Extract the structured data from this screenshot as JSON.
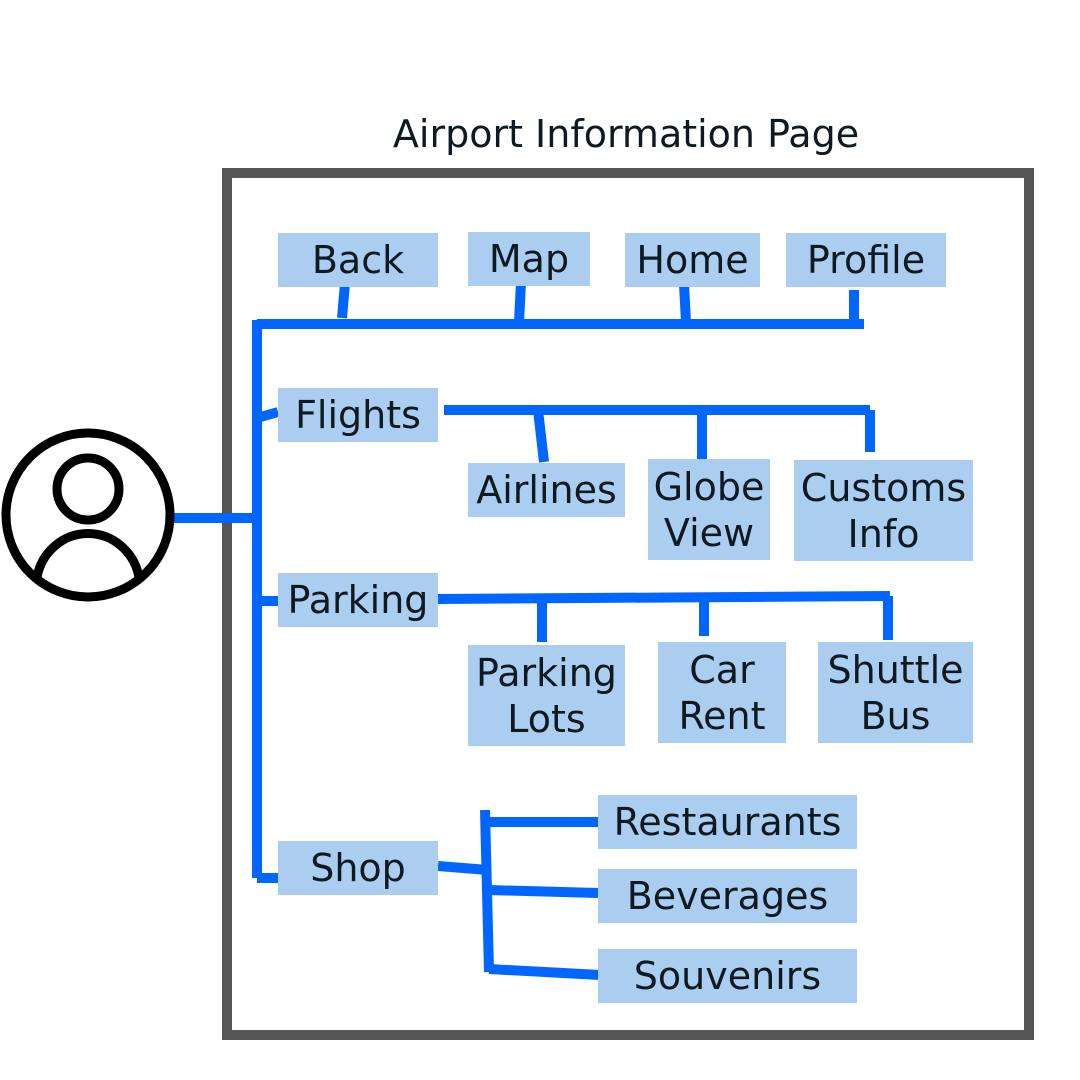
{
  "title": "Airport Information Page",
  "colors": {
    "connector": "#0066ff",
    "node_fill": "#aacdf0",
    "frame": "#555555",
    "text": "#0d1a22",
    "user_icon": "#000000"
  },
  "icons": {
    "user": "user-circle-icon"
  },
  "nav": {
    "back": "Back",
    "map": "Map",
    "home": "Home",
    "profile": "Profile"
  },
  "flights": {
    "label": "Flights",
    "airlines": "Airlines",
    "globe_view": [
      "Globe",
      "View"
    ],
    "customs_info": [
      "Customs",
      "Info"
    ]
  },
  "parking": {
    "label": "Parking",
    "parking_lots": [
      "Parking",
      "Lots"
    ],
    "car_rent": [
      "Car",
      "Rent"
    ],
    "shuttle_bus": [
      "Shuttle",
      "Bus"
    ]
  },
  "shop": {
    "label": "Shop",
    "restaurants": "Restaurants",
    "beverages": "Beverages",
    "souvenirs": "Souvenirs"
  }
}
